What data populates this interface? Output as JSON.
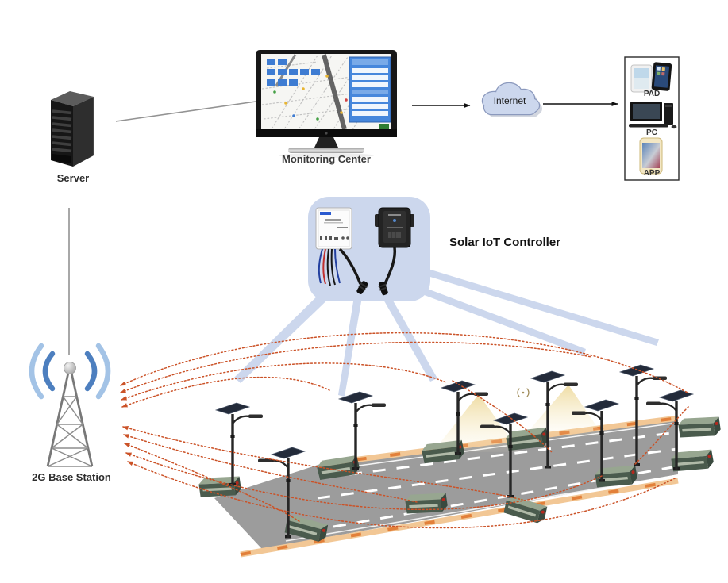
{
  "nodes": {
    "server": {
      "label": "Server",
      "icon": "server-tower-icon"
    },
    "monitoring_center": {
      "label": "Monitoring Center",
      "icon": "monitor-map-icon"
    },
    "internet": {
      "label": "Internet",
      "icon": "cloud-icon"
    },
    "client_devices": {
      "items": [
        {
          "label": "PAD",
          "icon": "tablet-icon"
        },
        {
          "label": "PC",
          "icon": "desktop-computer-icon"
        },
        {
          "label": "APP",
          "icon": "smartphone-icon"
        }
      ]
    },
    "solar_iot_controller": {
      "label": "Solar IoT Controller",
      "icon": "controller-devices-icon"
    },
    "base_station": {
      "label": "2G Base Station",
      "icon": "radio-tower-icon"
    },
    "street_scene": {
      "icon": "solar-street-lights-road",
      "street_light_count": 9,
      "battery_box_count": 10,
      "signal_icon": "wireless-signal-icon"
    }
  },
  "connections": [
    "server - monitoring_center (wired line)",
    "server - base_station (wired line)",
    "monitoring_center -> internet (arrow)",
    "internet -> client_devices (arrow)",
    "base_station ~> street_lights (orange dotted wireless arcs)",
    "solar_iot_controller => street_lights (blue coverage rays)"
  ],
  "colors": {
    "wireless_arc": "#cb5227",
    "controller_panel": "#ccd7ed",
    "road": "#9c9c9c",
    "curb": "#f2c795",
    "curb_dash": "#e2803a",
    "battery_box": "#4a5b4d",
    "beam": "#f2e3b2",
    "wave_blue_dark": "#4d7fbf",
    "wave_blue_light": "#a3c3e6"
  }
}
